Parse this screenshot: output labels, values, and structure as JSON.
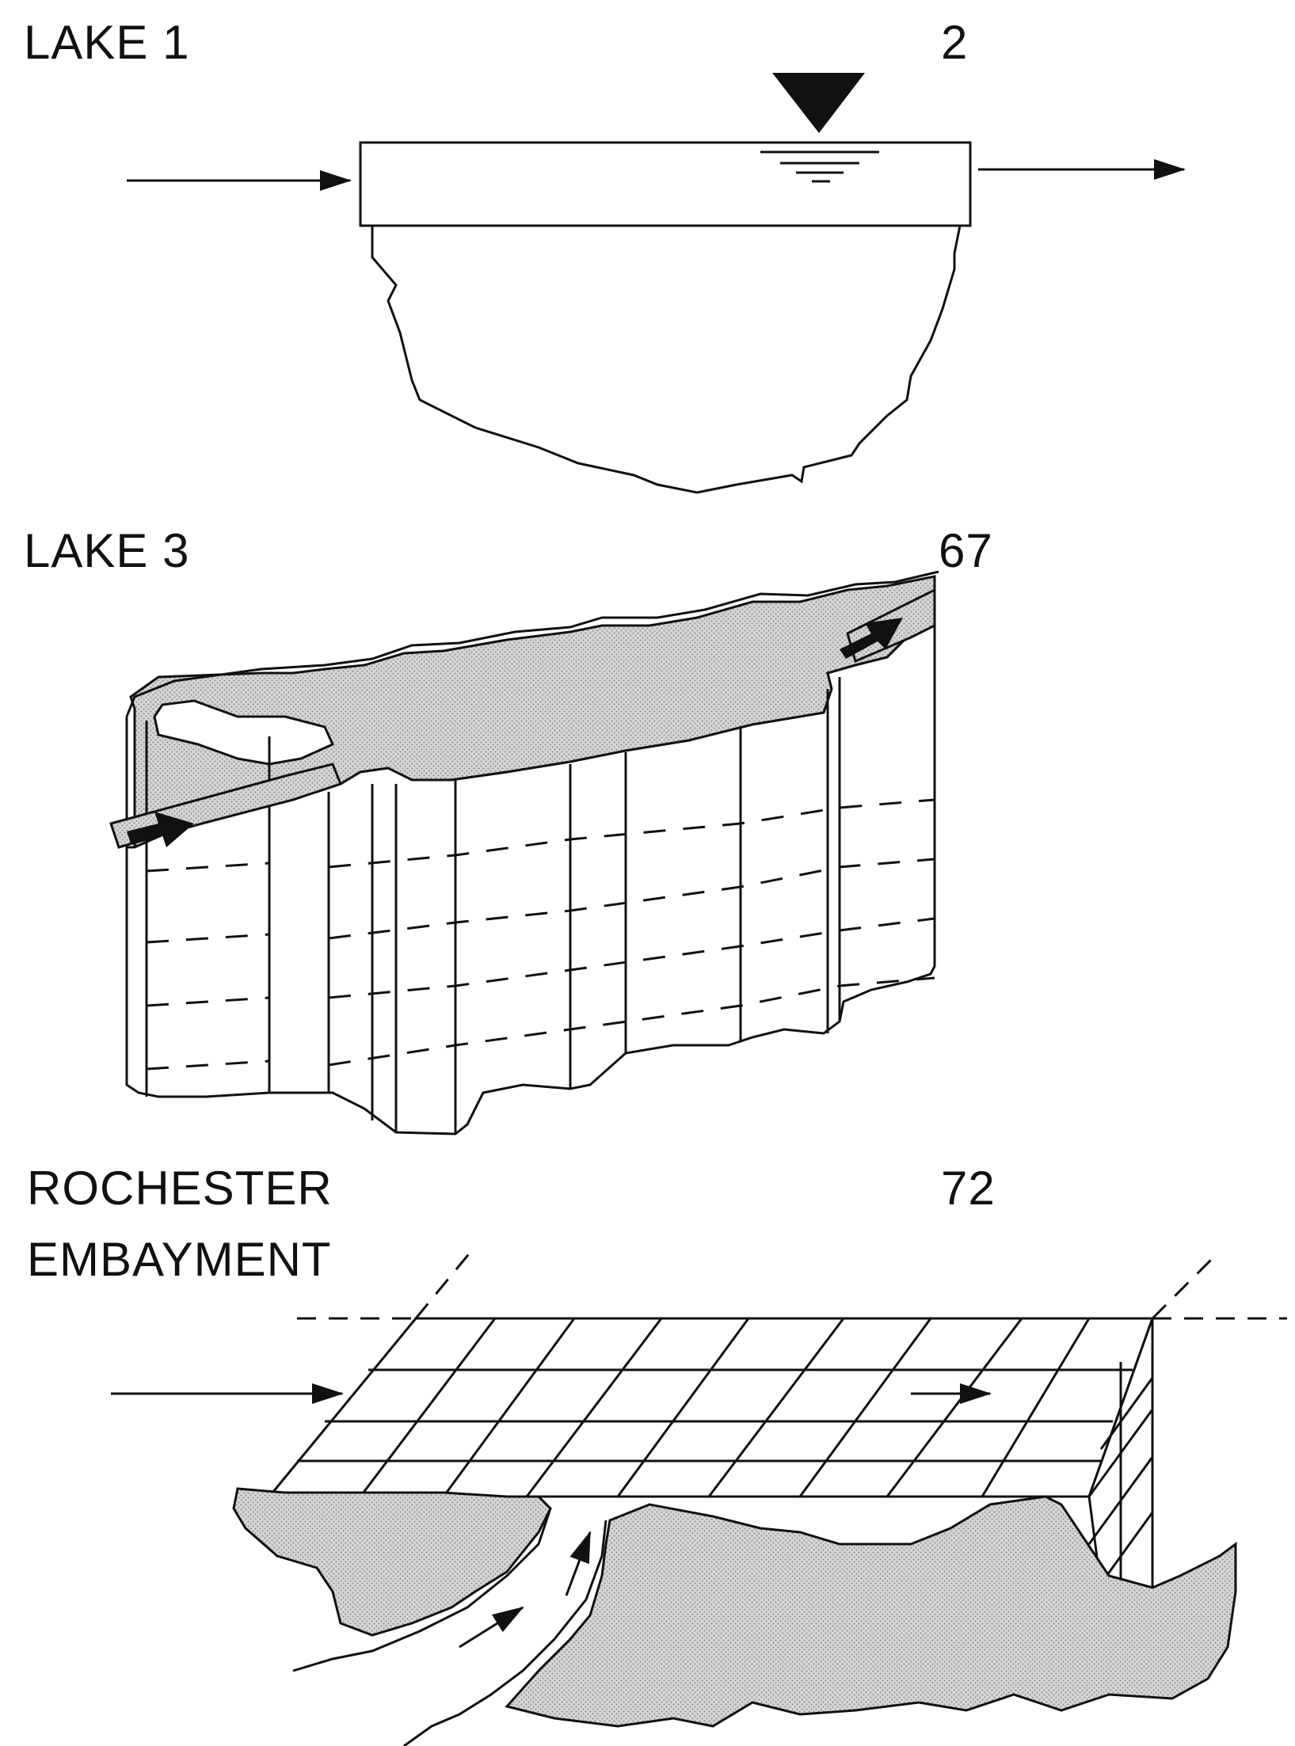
{
  "panels": [
    {
      "title": "LAKE 1",
      "number": "2"
    },
    {
      "title": "LAKE 3",
      "number": "67"
    },
    {
      "title_lines": [
        "ROCHESTER",
        "EMBAYMENT"
      ],
      "number": "72"
    }
  ],
  "colors": {
    "ink": "#111111",
    "shade": "#c8c8c8",
    "paper": "#ffffff"
  },
  "icons": [
    "water-level-triangle-icon",
    "flow-arrow-icon"
  ]
}
